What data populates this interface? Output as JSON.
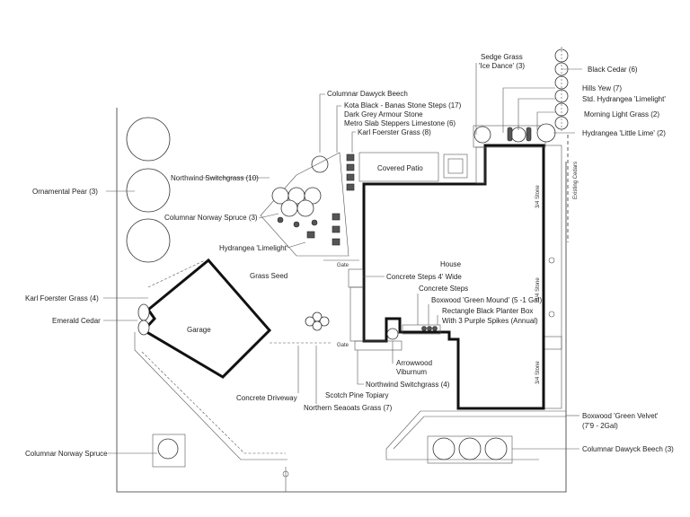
{
  "labels": {
    "dawyck_top": "Columnar Dawyck Beech",
    "kota": "Kota Black - Banas Stone Steps (17)",
    "armour": "Dark Grey Armour Stone",
    "metro": "Metro Slab Steppers Limestone (6)",
    "karl_top": "Karl Foerster Grass (8)",
    "sedge1": "Sedge Grass",
    "sedge2": "'Ice Dance' (3)",
    "black_cedar": "Black Cedar (6)",
    "hills_yew": "Hills Yew (7)",
    "std_hydrangea": "Std. Hydrangea 'Limelight'",
    "morning_light": "Morning Light Grass (2)",
    "little_lime": "Hydrangea 'Little Lime' (2)",
    "existing_cedars": "Existing Cedars",
    "covered_patio": "Covered Patio",
    "northwind_top": "Northwind Switchgrass (10)",
    "ornamental_pear": "Ornamental Pear (3)",
    "norway_spruce_top": "Columnar Norway Spruce (3)",
    "hydrangea_limelight": "Hydrangea 'Limelight'",
    "grass_seed": "Grass Seed",
    "gate1": "Gate",
    "gate2": "Gate",
    "house": "House",
    "concrete_steps_wide": "Concrete Steps 4' Wide",
    "concrete_steps": "Concrete Steps",
    "boxwood_mound": "Boxwood 'Green Mound' (5 -1 Gal)",
    "planter1": "Rectangle Black Planter Box",
    "planter2": "With 3 Purple Spikes (Annual)",
    "karl_left": "Karl Foerster Grass (4)",
    "emerald_cedar": "Emerald Cedar",
    "garage": "Garage",
    "arrowwood1": "Arrowwood",
    "arrowwood2": "Viburnum",
    "northwind_bottom": "Northwind Switchgrass (4)",
    "concrete_driveway": "Concrete Driveway",
    "scotch_pine": "Scotch Pine Topiary",
    "seaoats": "Northern Seaoats Grass (7)",
    "stone1": "3/4 Stone",
    "stone2": "3/4 Stone",
    "stone3": "3/4 Stone",
    "boxwood_velvet1": "Boxwood 'Green Velvet'",
    "boxwood_velvet2": "(7'9 - 2Gal)",
    "norway_spruce_bottom": "Columnar Norway Spruce",
    "dawyck_bottom": "Columnar Dawyck Beech (3)"
  }
}
